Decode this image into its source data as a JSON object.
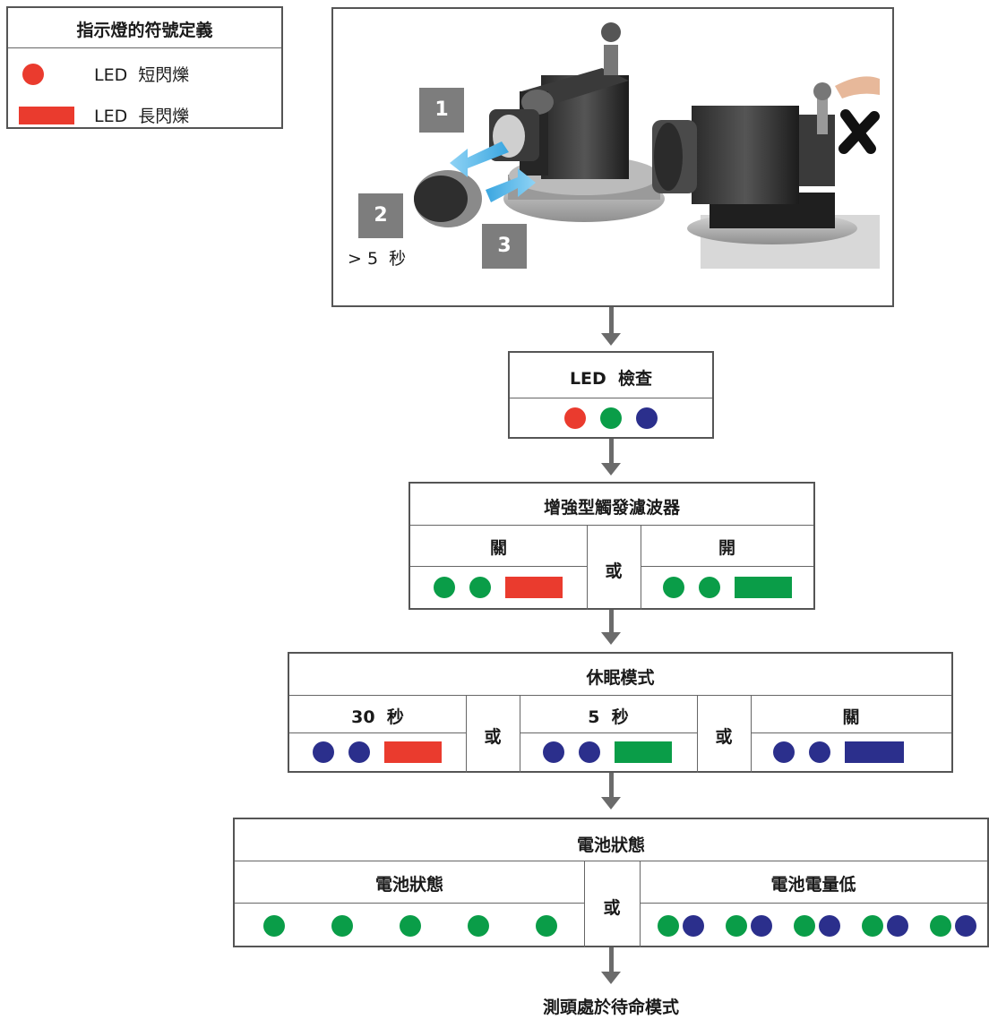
{
  "legend": {
    "title": "指示燈的符號定義",
    "short_flash": "LED  短閃爍",
    "long_flash": "LED  長閃爍"
  },
  "illustration": {
    "step1": "1",
    "step2": "2",
    "step3": "3",
    "hold_time": "> 5  秒"
  },
  "led_check": {
    "title": "LED  檢查",
    "dots": [
      "red",
      "green",
      "blue"
    ]
  },
  "trigger_filter": {
    "title": "增強型觸發濾波器",
    "off_label": "關",
    "or_label": "或",
    "on_label": "開"
  },
  "sleep_mode": {
    "title": "休眠模式",
    "opt_30s": "30  秒",
    "or_label_1": "或",
    "opt_5s": "5  秒",
    "or_label_2": "或",
    "opt_off": "關"
  },
  "battery": {
    "title": "電池狀態",
    "ok_label": "電池狀態",
    "or_label": "或",
    "low_label": "電池電量低"
  },
  "final_state": "測頭處於待命模式",
  "colors": {
    "red": "#ea3b2e",
    "green": "#0a9d48",
    "blue": "#2b2f8c",
    "arrow": "#6b6b6b"
  }
}
